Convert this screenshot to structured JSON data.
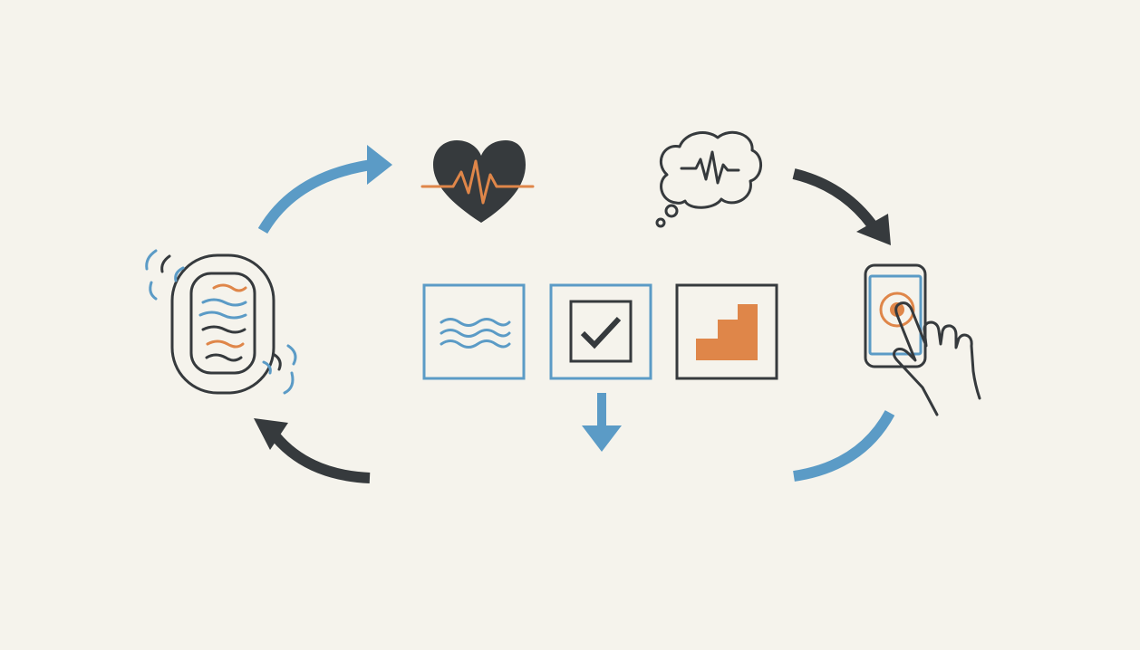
{
  "colors": {
    "background": "#f5f3ec",
    "dark": "#363a3d",
    "blue": "#5b9bc6",
    "orange": "#df8649"
  },
  "diagram": {
    "type": "cycle",
    "nodes": [
      {
        "id": "wearable",
        "icon": "vibrating-wearable-icon"
      },
      {
        "id": "heart",
        "icon": "heart-rate-icon"
      },
      {
        "id": "thought",
        "icon": "thought-bubble-pulse-icon"
      },
      {
        "id": "phone",
        "icon": "phone-tap-icon"
      }
    ],
    "center_panels": [
      {
        "id": "waves",
        "icon": "waves-icon",
        "border": "blue"
      },
      {
        "id": "check",
        "icon": "checkmark-icon",
        "border": "blue"
      },
      {
        "id": "steps",
        "icon": "steps-icon",
        "border": "dark"
      }
    ],
    "arrows": [
      {
        "from": "wearable",
        "to": "heart",
        "color": "blue"
      },
      {
        "from": "thought",
        "to": "phone",
        "color": "dark"
      },
      {
        "from": "phone",
        "to": "wearable",
        "color": "blue"
      },
      {
        "from": "bottom",
        "to": "wearable",
        "color": "dark"
      },
      {
        "from": "check",
        "to": "down",
        "color": "blue"
      }
    ]
  }
}
